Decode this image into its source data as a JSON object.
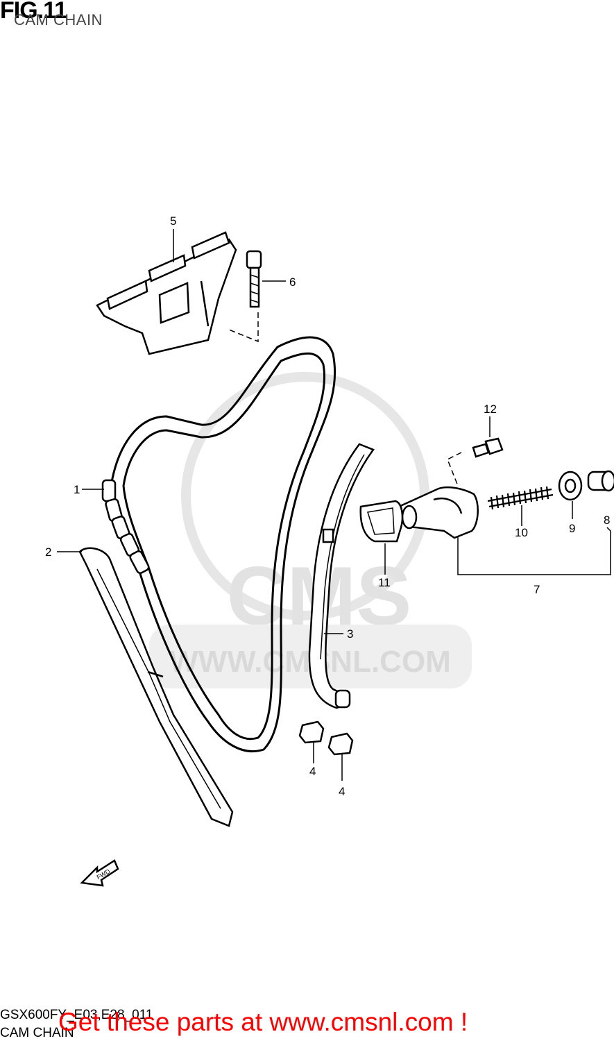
{
  "header": {
    "fig_label": "FIG.11",
    "title": "CAM CHAIN"
  },
  "callouts": [
    "1",
    "2",
    "3",
    "4",
    "4",
    "5",
    "6",
    "7",
    "8",
    "9",
    "10",
    "11",
    "12"
  ],
  "watermark": {
    "site": "WWW.CMSNL.COM",
    "brand": "CMS"
  },
  "fwd_label": "FWD",
  "footer": {
    "model_code": "GSX600FY_E03,E28_011",
    "section_name": "CAM CHAIN"
  },
  "promo": {
    "text": "Get these parts at www.cmsnl.com !",
    "color": "#ff0000"
  }
}
